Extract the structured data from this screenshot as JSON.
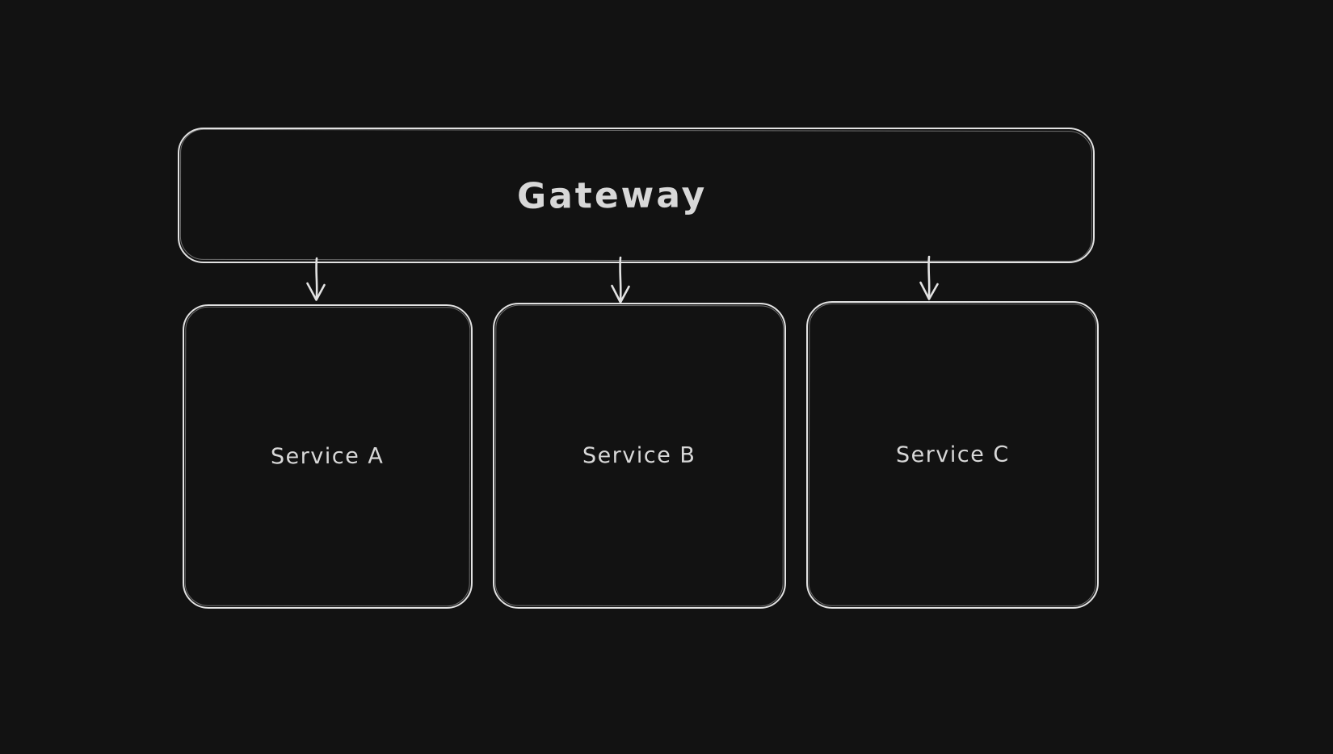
{
  "diagram": {
    "background_color": "#121212",
    "stroke_color": "#e2e2e2",
    "text_color": "#d8d8d8",
    "nodes": [
      {
        "id": "gateway",
        "label": "Gateway",
        "shape": "rounded-rectangle"
      },
      {
        "id": "service-a",
        "label": "Service A",
        "shape": "rounded-rectangle"
      },
      {
        "id": "service-b",
        "label": "Service B",
        "shape": "rounded-rectangle"
      },
      {
        "id": "service-c",
        "label": "Service C",
        "shape": "rounded-rectangle"
      }
    ],
    "edges": [
      {
        "from": "gateway",
        "to": "service-a",
        "type": "arrow-down"
      },
      {
        "from": "gateway",
        "to": "service-b",
        "type": "arrow-down"
      },
      {
        "from": "gateway",
        "to": "service-c",
        "type": "arrow-down"
      }
    ]
  }
}
